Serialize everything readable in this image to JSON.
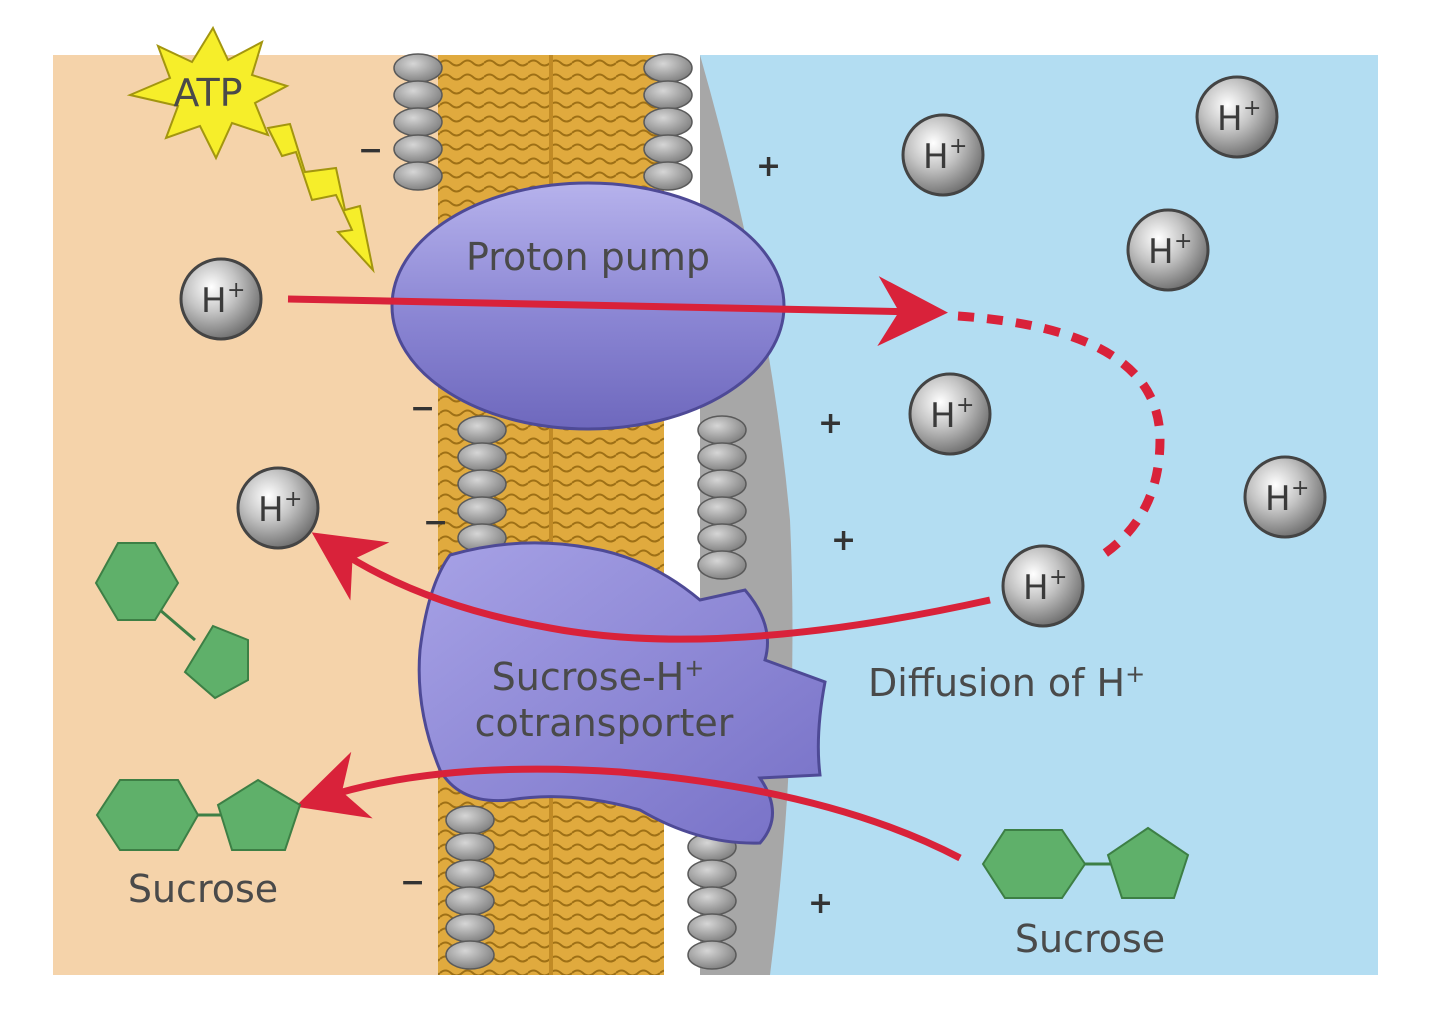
{
  "diagram": {
    "atp_label": "ATP",
    "proton_pump_label": "Proton pump",
    "cotransporter_label_line1": "Sucrose-H",
    "cotransporter_label_sup": "+",
    "cotransporter_label_line2": "cotransporter",
    "diffusion_label": "Diffusion of H",
    "diffusion_label_sup": "+",
    "sucrose_inside_label": "Sucrose",
    "sucrose_outside_label": "Sucrose",
    "ion_symbol": "H",
    "ion_charge": "+",
    "negative_sign": "−",
    "positive_sign": "+"
  },
  "colors": {
    "inside_bg": "#f5d3aa",
    "outside_bg": "#b3ddf2",
    "protein": "#8c87cf",
    "arrow": "#d9223a",
    "sucrose": "#5fb06a",
    "atp_star": "#f6ee2a"
  }
}
